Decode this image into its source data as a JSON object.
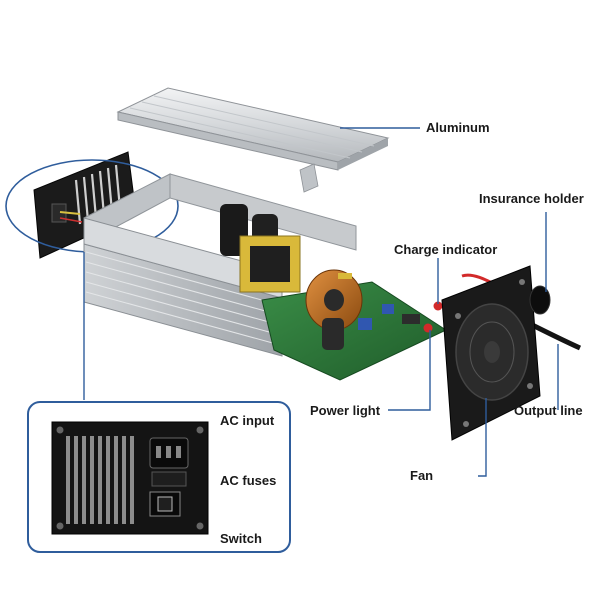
{
  "labels": {
    "aluminum": "Aluminum",
    "insurance_holder": "Insurance holder",
    "charge_indicator": "Charge indicator",
    "power_light": "Power light",
    "output_line": "Output line",
    "fan": "Fan",
    "ac_input": "AC input",
    "ac_fuses": "AC fuses",
    "switch": "Switch"
  },
  "colors": {
    "leader_line": "#2f5d9c",
    "highlight_ellipse": "#2f5d9c",
    "aluminum_light": "#e6e8ea",
    "aluminum_dark": "#a9adb2",
    "pcb_green": "#2e7a3a",
    "panel_black": "#141414",
    "transformer_yellow": "#d9b93a",
    "toroid_copper": "#b86a1e",
    "led_red": "#d22a2a"
  }
}
